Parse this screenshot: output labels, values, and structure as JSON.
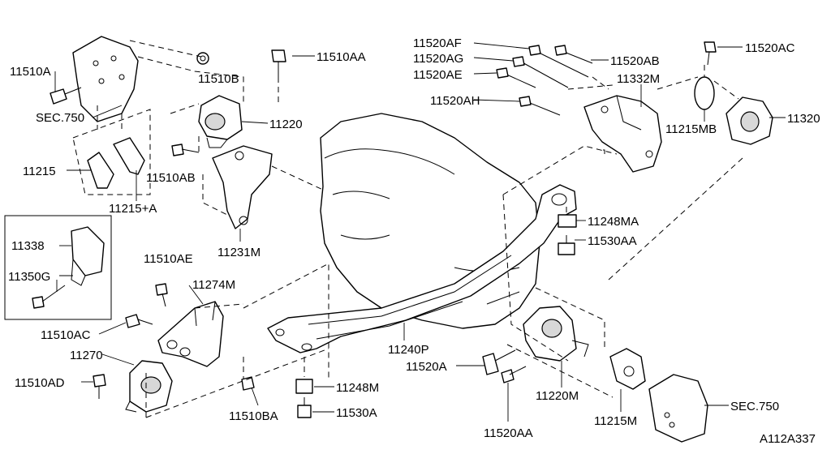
{
  "diagram_id": "A112A337",
  "callouts": [
    {
      "id": "11510A",
      "label": "11510A"
    },
    {
      "id": "SEC750-top",
      "label": "SEC.750"
    },
    {
      "id": "11510B",
      "label": "11510B"
    },
    {
      "id": "11510AA",
      "label": "11510AA"
    },
    {
      "id": "11220",
      "label": "11220"
    },
    {
      "id": "11215",
      "label": "11215"
    },
    {
      "id": "11510AB",
      "label": "11510AB"
    },
    {
      "id": "11215A",
      "label": "11215+A"
    },
    {
      "id": "11231M",
      "label": "11231M"
    },
    {
      "id": "11338",
      "label": "11338"
    },
    {
      "id": "11350G",
      "label": "11350G"
    },
    {
      "id": "11510AE",
      "label": "11510AE"
    },
    {
      "id": "11274M",
      "label": "11274M"
    },
    {
      "id": "11510AC",
      "label": "11510AC"
    },
    {
      "id": "11270",
      "label": "11270"
    },
    {
      "id": "11510AD",
      "label": "11510AD"
    },
    {
      "id": "11510BA",
      "label": "11510BA"
    },
    {
      "id": "11248M",
      "label": "11248M"
    },
    {
      "id": "11530A",
      "label": "11530A"
    },
    {
      "id": "11240P",
      "label": "11240P"
    },
    {
      "id": "11520A",
      "label": "11520A"
    },
    {
      "id": "11520AA",
      "label": "11520AA"
    },
    {
      "id": "11220M",
      "label": "11220M"
    },
    {
      "id": "11215M",
      "label": "11215M"
    },
    {
      "id": "SEC750-bottom",
      "label": "SEC.750"
    },
    {
      "id": "11248MA",
      "label": "11248MA"
    },
    {
      "id": "11530AA",
      "label": "11530AA"
    },
    {
      "id": "11520AF",
      "label": "11520AF"
    },
    {
      "id": "11520AG",
      "label": "11520AG"
    },
    {
      "id": "11520AE",
      "label": "11520AE"
    },
    {
      "id": "11520AH",
      "label": "11520AH"
    },
    {
      "id": "11520AB",
      "label": "11520AB"
    },
    {
      "id": "11332M",
      "label": "11332M"
    },
    {
      "id": "11520AC",
      "label": "11520AC"
    },
    {
      "id": "11215MB",
      "label": "11215MB"
    },
    {
      "id": "11320",
      "label": "11320"
    }
  ]
}
